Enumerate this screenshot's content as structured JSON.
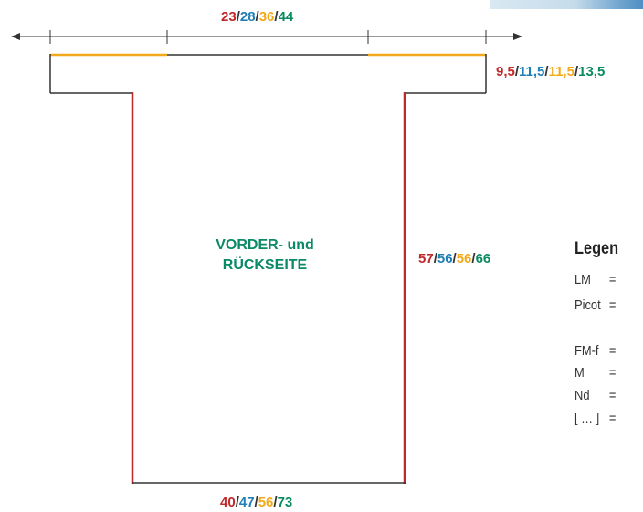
{
  "colors": {
    "size1": "#c0292b",
    "size2": "#1f7fb5",
    "size3": "#f2a91a",
    "size4": "#0a8a60",
    "outline_top_accent": "#f2a91a",
    "outline_side": "#c0292b",
    "outline_dark": "#333333",
    "label": "#0a8a66"
  },
  "piece_label": {
    "line1": "VORDER- und",
    "line2": "RÜCKSEITE"
  },
  "measurements": {
    "top_width": [
      "23",
      "28",
      "36",
      "44"
    ],
    "sleeve_height": [
      "9,5",
      "11,5",
      "11,5",
      "13,5"
    ],
    "body_length": [
      "57",
      "56",
      "56",
      "66"
    ],
    "bottom_width": [
      "40",
      "47",
      "56",
      "73"
    ]
  },
  "separator": "/",
  "legend": {
    "title": "Legen",
    "rows": [
      {
        "key": "LM",
        "eq": "="
      },
      {
        "key": "Picot",
        "eq": "="
      },
      {
        "key": "FM-f",
        "eq": "="
      },
      {
        "key": "M",
        "eq": "="
      },
      {
        "key": "Nd",
        "eq": "="
      },
      {
        "key": "[ … ]",
        "eq": "="
      }
    ]
  }
}
